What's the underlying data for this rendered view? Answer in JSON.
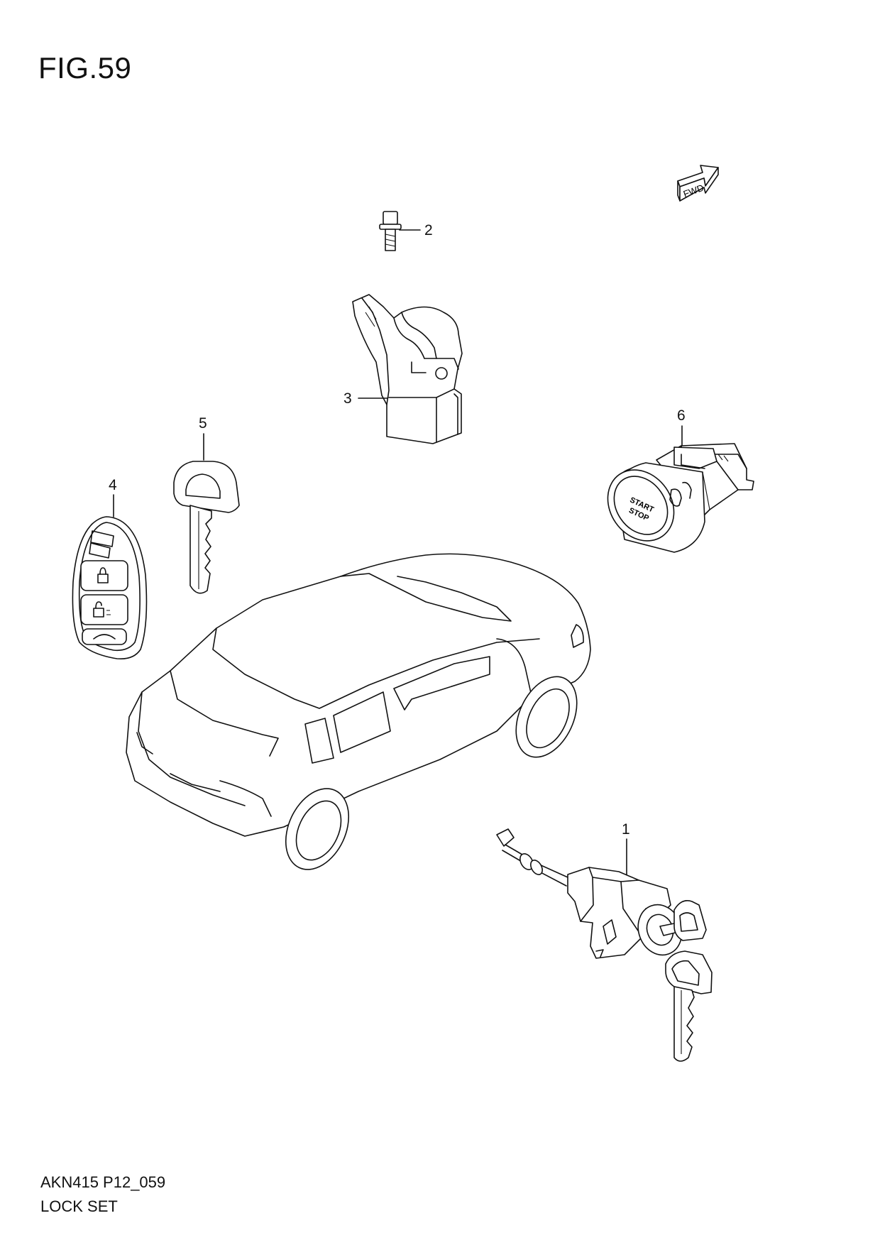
{
  "figure": {
    "title": "FIG.59"
  },
  "footer": {
    "code": "AKN415 P12_059",
    "name": "LOCK SET"
  },
  "direction_marker": {
    "label": "FWD"
  },
  "callouts": [
    {
      "number": "1",
      "part": "door lock cylinder with keys"
    },
    {
      "number": "2",
      "part": "bolt"
    },
    {
      "number": "3",
      "part": "steering lock bracket"
    },
    {
      "number": "4",
      "part": "smart key fob"
    },
    {
      "number": "5",
      "part": "emergency key"
    },
    {
      "number": "6",
      "part": "engine start/stop switch"
    }
  ],
  "switch_face": {
    "line1": "START",
    "line2": "STOP"
  }
}
